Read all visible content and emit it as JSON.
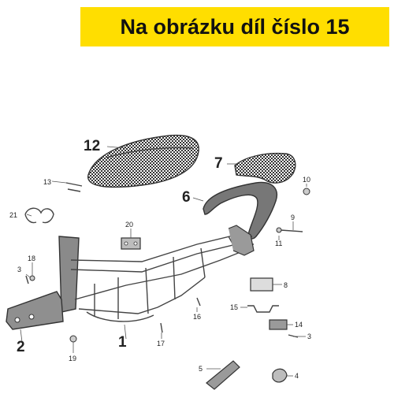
{
  "header": {
    "title": "Na obrázku díl číslo 15",
    "background": "#ffde00"
  },
  "parts": {
    "p1": "1",
    "p2": "2",
    "p3a": "3",
    "p3b": "3",
    "p4": "4",
    "p5": "5",
    "p6": "6",
    "p7": "7",
    "p8": "8",
    "p9": "9",
    "p10": "10",
    "p11": "11",
    "p12": "12",
    "p13": "13",
    "p14": "14",
    "p15": "15",
    "p16": "16",
    "p17": "17",
    "p18": "18",
    "p19": "19",
    "p20": "20",
    "p21": "21"
  }
}
